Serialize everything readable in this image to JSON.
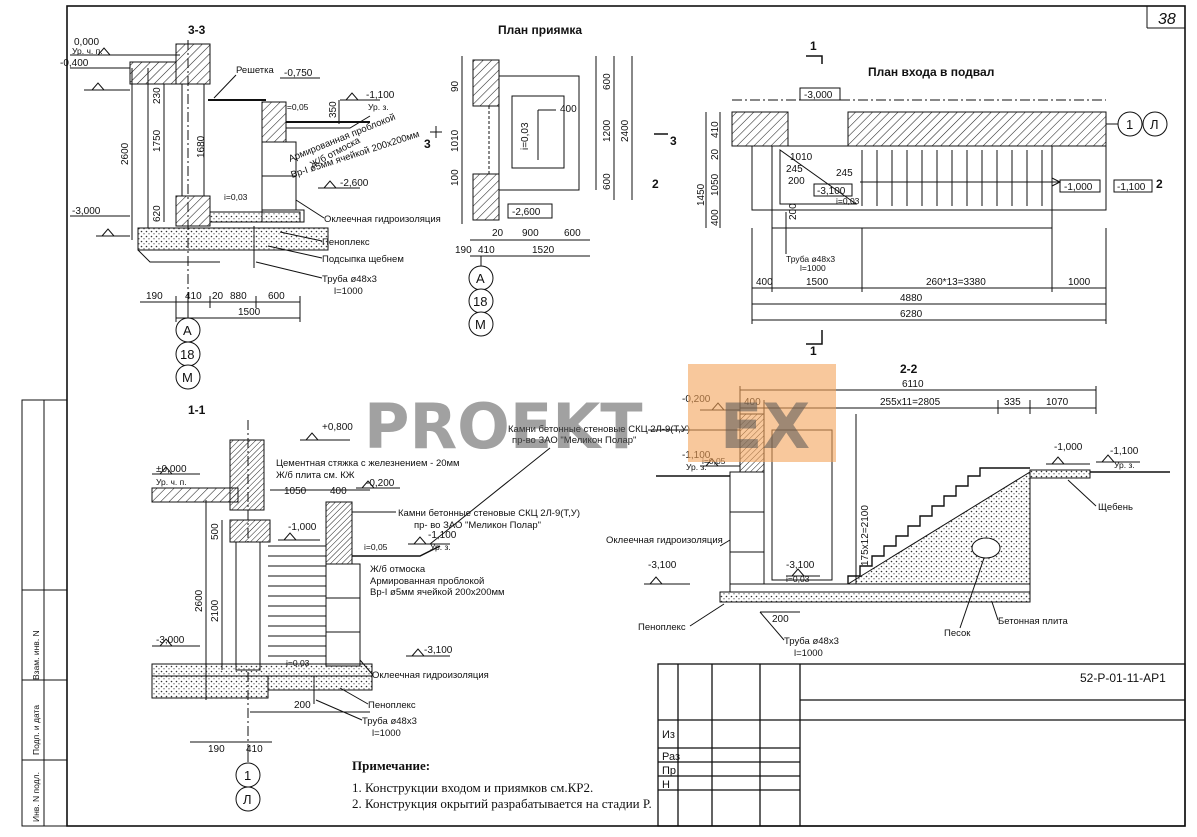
{
  "sheet": {
    "number": "38",
    "stamp_code": "52-Р-01-11-АР1"
  },
  "watermark": {
    "left": "PROEKT",
    "right": "EX"
  },
  "section_3_3": {
    "title": "3-3",
    "levels": {
      "l0": "0,000",
      "lvl_label": "Ур. ч. п.",
      "l1": "-0,400",
      "l2": "-0,750",
      "l3": "-1,100",
      "l3_sub": "Ур. з.",
      "l4": "-2,600",
      "l5": "-3,000"
    },
    "labels": {
      "grate": "Решетка",
      "slope": "i=0,05",
      "slope2": "i=0,03",
      "paving": "Ж/б отмоска",
      "mesh1": "Армированная проблокой",
      "mesh2": "Вр-I ø5мм ячейкой 200х200мм",
      "waterproof": "Оклеечная гидроизоляция",
      "foam": "Пеноплекс",
      "gravel": "Подсыпка щебнем",
      "pipe": "Труба ø48х3",
      "pipe_len": "l=1000"
    },
    "dims_v": [
      "230",
      "1750",
      "2600",
      "1680",
      "620",
      "350"
    ],
    "dims_h": [
      "190",
      "410",
      "20",
      "880",
      "600",
      "1500"
    ],
    "axes": [
      "А",
      "18",
      "М"
    ]
  },
  "pit_plan": {
    "title": "План приямка",
    "dims_v_left": [
      "90",
      "1010",
      "100"
    ],
    "dims_v_right": [
      "600",
      "1200",
      "600",
      "2400"
    ],
    "dims_h": [
      "190",
      "410",
      "20",
      "900",
      "600",
      "1520"
    ],
    "inner": {
      "d400": "400",
      "slope": "i=0,03",
      "level": "-2,600"
    },
    "section_mark": "3",
    "axes": [
      "А",
      "18",
      "М"
    ]
  },
  "entry_plan": {
    "title": "План входа в подвал",
    "section_mark_1": "1",
    "section_mark_2": "2",
    "section_mark_3": "3",
    "level_top": "-3,000",
    "levels": {
      "a": "-3,100",
      "b": "-1,000",
      "c": "-1,100"
    },
    "slope": "i=0,03",
    "small_dims": [
      "1010",
      "245",
      "200",
      "245",
      "200"
    ],
    "dims_v": [
      "410",
      "20",
      "1050",
      "400",
      "1450"
    ],
    "dims_h": [
      "400",
      "1500",
      "260*13=3380",
      "1000",
      "4880",
      "6280"
    ],
    "pipe": "Труба ø48х3",
    "pipe_len": "l=1000",
    "axes": [
      "1",
      "Л"
    ]
  },
  "section_1_1": {
    "title": "1-1",
    "levels": {
      "top": "+0,800",
      "zero": "±0,000",
      "lvl_label": "Ур. ч. п.",
      "a": "-0,200",
      "b": "-1,000",
      "c": "-1,100",
      "c_sub": "Ур. з.",
      "d": "-3,000",
      "e": "-3,100"
    },
    "labels": {
      "screed": "Цементная стяжка с железнением - 20мм",
      "slab": "Ж/б плита см. КЖ",
      "stones1": "Камни бетонные стеновые СКЦ 2Л-9(Т,У)",
      "stones2": "пр- во ЗАО \"Меликон Полар\"",
      "slope": "i=0,05",
      "paving": "Ж/б отмоска",
      "mesh1": "Армированная проблокой",
      "mesh2": "Вр-I ø5мм ячейкой 200х200мм",
      "waterproof": "Оклеечная гидроизоляция",
      "foam": "Пеноплекс",
      "slope2": "i=0,03",
      "pipe": "Труба ø48х3",
      "pipe_len": "l=1000"
    },
    "dims_v": [
      "500",
      "2600",
      "2100"
    ],
    "dims_h": [
      "1050",
      "400",
      "200",
      "190",
      "410"
    ],
    "axes": [
      "1",
      "Л"
    ]
  },
  "section_2_2": {
    "title": "2-2",
    "levels": {
      "a": "-0,200",
      "b": "-1,100",
      "b_sub": "Ур. з.",
      "c": "i=0,05",
      "d": "-1,000",
      "e": "-1,100",
      "e_sub": "Ур. з.",
      "f": "-3,100",
      "g": "-3,100",
      "slope": "i=0,03"
    },
    "labels": {
      "stones1": "Камни бетонные стеновые СКЦ 2Л-9(Т,У)",
      "stones2": "пр-во ЗАО \"Меликон Полар\"",
      "waterproof": "Оклеечная гидроизоляция",
      "foam": "Пеноплекс",
      "gravel": "Щебень",
      "sand": "Песок",
      "slab": "Бетонная плита",
      "pipe": "Труба ø48х3",
      "pipe_len": "l=1000",
      "steps": "175х12=2100"
    },
    "dims_h": [
      "6110",
      "400",
      "255х11=2805",
      "335",
      "1070",
      "200"
    ]
  },
  "notes": {
    "heading": "Примечание:",
    "items": [
      "1.   Конструкции входом и приямков см.КР2.",
      "2.   Конструкция окрытий разрабатывается на стадии Р."
    ]
  },
  "margin_stamp": {
    "a": "Взам. инв. N",
    "b": "Подп. и дата",
    "c": "Инв. N подл."
  },
  "title_block": {
    "r1": "Из",
    "r2": "Раз",
    "r3": "Пр",
    "r4": "Н"
  }
}
